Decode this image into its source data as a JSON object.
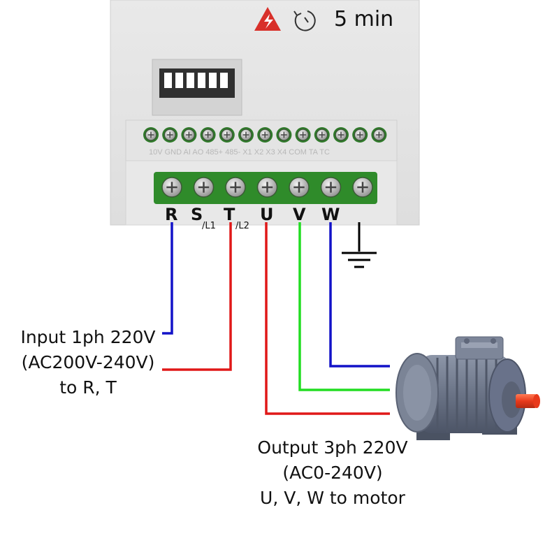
{
  "warning": {
    "time_text": "5 min"
  },
  "control_terminals": [
    "10V",
    "GND",
    "AI",
    "AO",
    "485+",
    "485-",
    "X1",
    "X2",
    "X3",
    "X4",
    "COM",
    "TA",
    "TC"
  ],
  "power_terminals": {
    "R": "R",
    "S": "S",
    "S_sub": "/L1",
    "T": "T",
    "T_sub": "/L2",
    "U": "U",
    "V": "V",
    "W": "W"
  },
  "input_note": {
    "line1": "Input 1ph 220V",
    "line2": "(AC200V-240V)",
    "line3": "to R, T"
  },
  "output_note": {
    "line1": "Output 3ph 220V",
    "line2": "(AC0-240V)",
    "line3": "U, V, W to motor"
  },
  "colors": {
    "blue": "#1212c8",
    "red": "#e01818",
    "green": "#22dd22",
    "ground": "#000000"
  }
}
